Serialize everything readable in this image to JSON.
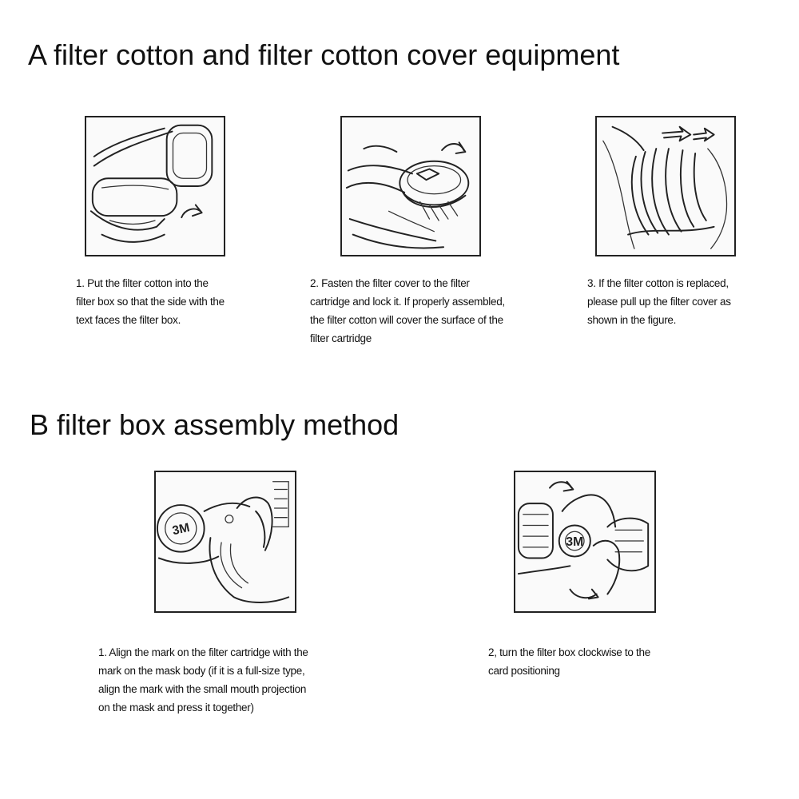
{
  "section_a": {
    "title": "A filter cotton and filter cotton cover equipment",
    "steps": [
      {
        "figure_icon": "hands-inserting-filter-cotton-illustration",
        "lines": [
          "1. Put the filter cotton into the",
          "filter box so that the side with the",
          "text faces the filter box."
        ]
      },
      {
        "figure_icon": "hands-fastening-filter-cover-illustration",
        "lines": [
          "2. Fasten the filter cover to the filter",
          "cartridge and lock it. If properly assembled,",
          "the filter cotton will cover the surface of the",
          "filter cartridge"
        ]
      },
      {
        "figure_icon": "hands-pulling-filter-cover-illustration",
        "lines": [
          "3. If the filter cotton is replaced,",
          "please pull up the filter cover as",
          "shown in the figure."
        ]
      }
    ]
  },
  "section_b": {
    "title": "B filter box assembly method",
    "steps": [
      {
        "figure_icon": "mask-align-cartridge-illustration",
        "logo_text": "3M",
        "lines": [
          "1. Align the mark on the filter cartridge with the",
          "mark on the mask body (if it is a full-size type,",
          "align the mark with the small mouth projection",
          "on the mask and press it together)"
        ]
      },
      {
        "figure_icon": "mask-rotate-cartridge-illustration",
        "logo_text": "3M",
        "lines": [
          "2, turn the filter box clockwise to the",
          "card positioning"
        ]
      }
    ]
  }
}
